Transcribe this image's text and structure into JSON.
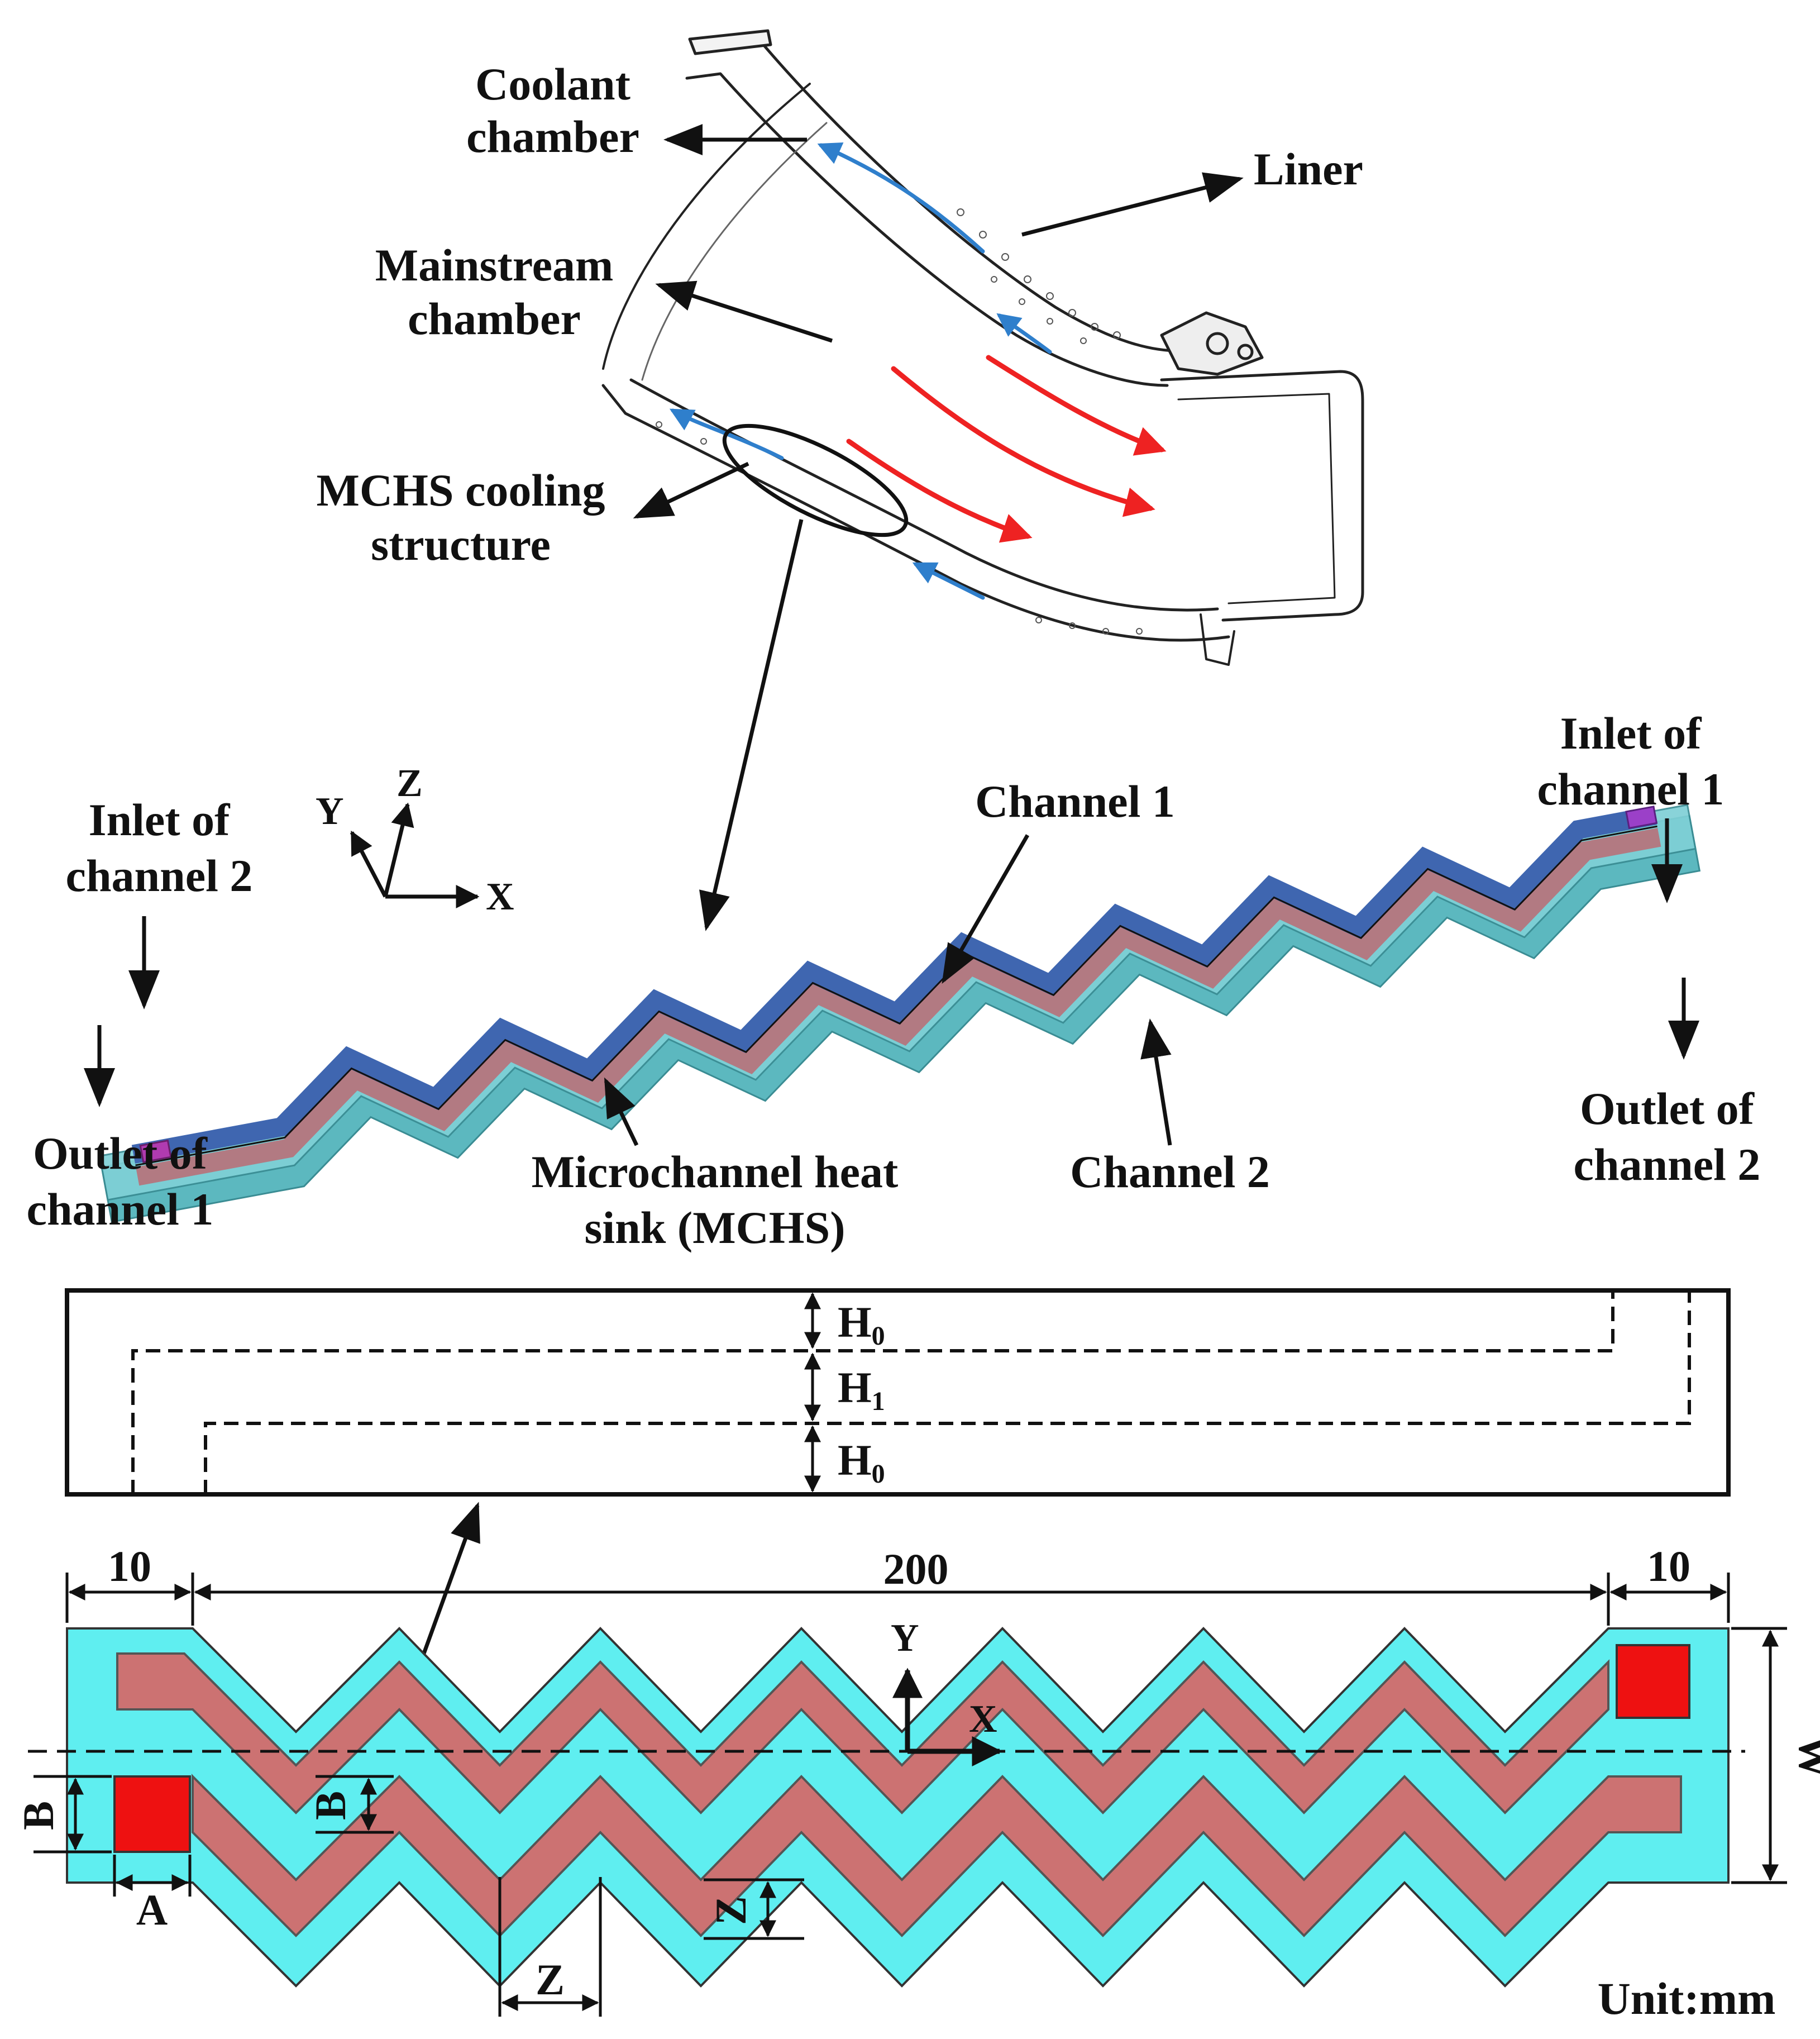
{
  "labels": {
    "coolant_chamber": [
      "Coolant",
      "chamber"
    ],
    "liner": "Liner",
    "mainstream_chamber": [
      "Mainstream",
      "chamber"
    ],
    "mchs_cooling_structure": [
      "MCHS cooling",
      "structure"
    ],
    "inlet_channel_2": [
      "Inlet of",
      "channel 2"
    ],
    "outlet_channel_1": [
      "Outlet of",
      "channel 1"
    ],
    "channel_1": "Channel 1",
    "channel_2": "Channel 2",
    "mchs": [
      "Microchannel heat",
      "sink (MCHS)"
    ],
    "inlet_channel_1": [
      "Inlet of",
      "channel 1"
    ],
    "outlet_channel_2": [
      "Outlet of",
      "channel 2"
    ],
    "unit": "Unit:mm"
  },
  "axes_3d": {
    "y": "Y",
    "z": "Z",
    "x": "X"
  },
  "axes_2d": {
    "y": "Y",
    "x": "X"
  },
  "cross_section": {
    "h0_top": {
      "main": "H",
      "sub": "0"
    },
    "h1": {
      "main": "H",
      "sub": "1"
    },
    "h0_bottom": {
      "main": "H",
      "sub": "0"
    }
  },
  "dimensions": {
    "left_end": "10",
    "span": "200",
    "right_end": "10",
    "width": "W",
    "inlet_b": "B",
    "inlet_a": "A",
    "channel_b": "B",
    "z_horizontal": "Z",
    "z_vertical": "Z"
  },
  "colors": {
    "heat_sink": "#5FEEF0",
    "channel": "#CC7272",
    "port": "#EE1111",
    "channel1_3d": "#3F66B0",
    "channel2_3d": "#B27A82",
    "heat_sink_3d": "#7FD0D6",
    "mainstream_flow": "#EE2222",
    "coolant_flow": "#2F7FCC"
  }
}
